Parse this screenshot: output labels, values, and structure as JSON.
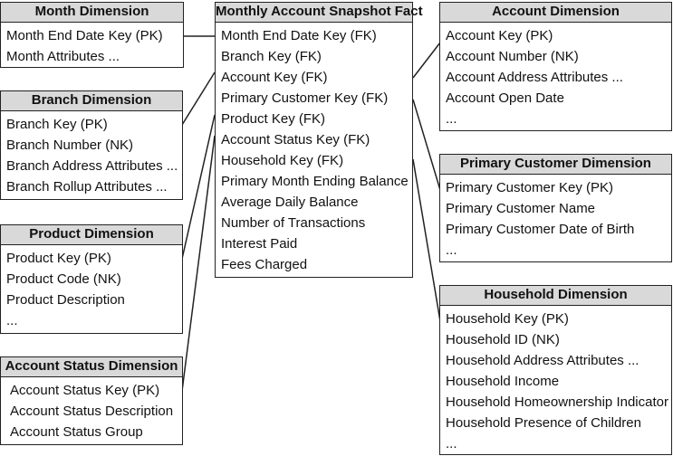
{
  "fact": {
    "title": "Monthly Account Snapshot Fact",
    "rows": [
      "Month End Date Key (FK)",
      "Branch Key (FK)",
      "Account Key (FK)",
      "Primary Customer Key (FK)",
      "Product Key (FK)",
      "Account Status Key (FK)",
      "Household Key (FK)",
      "Primary Month Ending Balance",
      "Average Daily Balance",
      "Number of Transactions",
      "Interest Paid",
      "Fees Charged"
    ]
  },
  "month": {
    "title": "Month Dimension",
    "rows": [
      "Month End Date Key (PK)",
      "Month Attributes ..."
    ]
  },
  "branch": {
    "title": "Branch Dimension",
    "rows": [
      "Branch Key (PK)",
      "Branch Number (NK)",
      "Branch Address Attributes ...",
      "Branch Rollup Attributes ..."
    ]
  },
  "product": {
    "title": "Product Dimension",
    "rows": [
      "Product Key (PK)",
      "Product Code (NK)",
      "Product Description",
      "..."
    ]
  },
  "account_status": {
    "title": "Account Status Dimension",
    "rows": [
      "Account Status Key (PK)",
      "Account Status Description",
      "Account Status Group"
    ]
  },
  "account": {
    "title": "Account Dimension",
    "rows": [
      "Account Key (PK)",
      "Account Number (NK)",
      "Account Address Attributes ...",
      "Account Open Date",
      "..."
    ]
  },
  "primary_customer": {
    "title": "Primary Customer Dimension",
    "rows": [
      "Primary Customer Key (PK)",
      "Primary Customer Name",
      "Primary Customer Date of Birth",
      "..."
    ]
  },
  "household": {
    "title": "Household Dimension",
    "rows": [
      "Household Key (PK)",
      "Household ID (NK)",
      "Household Address Attributes ...",
      "Household Income",
      "Household Homeownership Indicator",
      "Household Presence of Children",
      "..."
    ]
  }
}
